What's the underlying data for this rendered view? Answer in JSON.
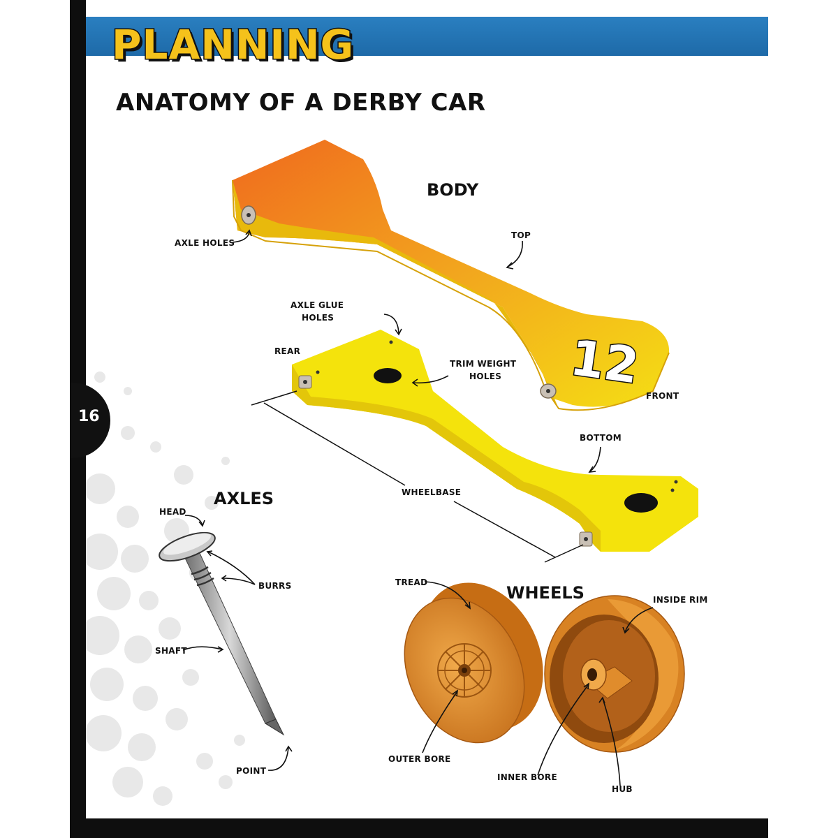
{
  "header": {
    "section_title": "PLANNING",
    "page_title": "ANATOMY OF A DERBY CAR",
    "page_number": "16"
  },
  "body_section": {
    "title": "BODY",
    "car_number": "12",
    "labels": {
      "axle_holes": "AXLE HOLES",
      "top": "TOP",
      "axle_glue_holes_1": "AXLE GLUE",
      "axle_glue_holes_2": "HOLES",
      "rear": "REAR",
      "trim_weight_holes_1": "TRIM WEIGHT",
      "trim_weight_holes_2": "HOLES",
      "front": "FRONT",
      "bottom": "BOTTOM",
      "wheelbase": "WHEELBASE"
    }
  },
  "axles_section": {
    "title": "AXLES",
    "labels": {
      "head": "HEAD",
      "burrs": "BURRS",
      "shaft": "SHAFT",
      "point": "POINT"
    }
  },
  "wheels_section": {
    "title": "WHEELS",
    "labels": {
      "tread": "TREAD",
      "inside_rim": "INSIDE RIM",
      "outer_bore": "OUTER BORE",
      "inner_bore": "INNER BORE",
      "hub": "HUB"
    }
  },
  "colors": {
    "banner_blue": "#1e6aa8",
    "title_yellow": "#f5c21b",
    "body_orange": "#f07a20",
    "body_yellow": "#f2e20f",
    "wheel_orange": "#e9962e"
  }
}
